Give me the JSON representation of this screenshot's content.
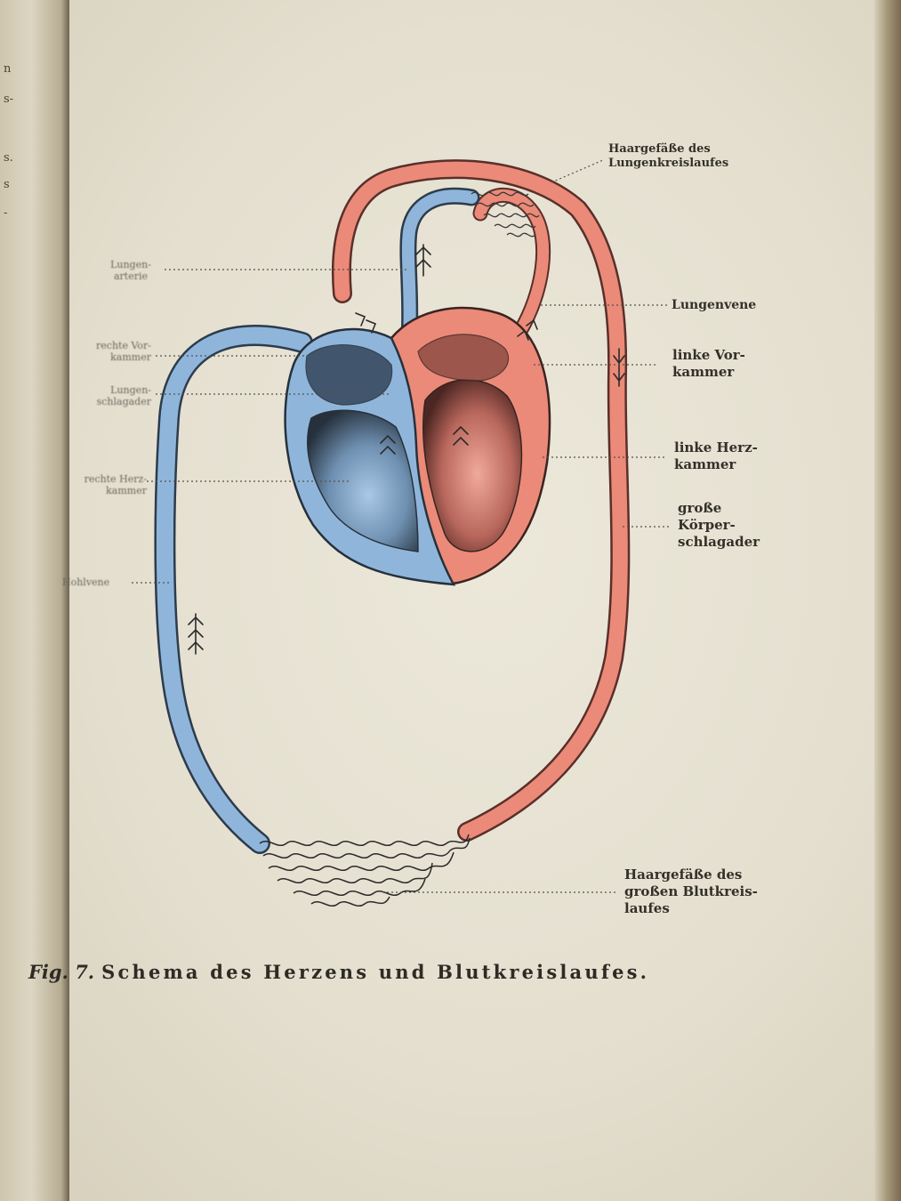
{
  "prev_page_fragments": [
    "n",
    "s-",
    "s.",
    "s",
    "-"
  ],
  "labels": {
    "lungen_haargefaesse": "Haargefäße des\nLungenkreislaufes",
    "lungenarterie": "Lungen-\narterie",
    "lungenvene": "Lungenvene",
    "rechte_vorkammer": "rechte Vor-\nkammer",
    "linke_vorkammer": "linke Vor-\nkammer",
    "lungenschlagader": "Lungen-\nschlagader",
    "linke_herzkammer": "linke Herz-\nkammer",
    "rechte_herzkammer": "rechte Herz-\nkammer",
    "koerperschlagader": "große\nKörper-\nschlagader",
    "hohlvene": "Hohlvene",
    "koerper_haargefaesse": "Haargefäße des\ngroßen Blutkreis-\nlaufes"
  },
  "caption": {
    "fig": "Fig. 7.",
    "title": "Schema des Herzens und Blutkreislaufes."
  },
  "colors": {
    "venous_blue": "#8fb6da",
    "venous_dark": "#2d3b4c",
    "arterial_red": "#eb8a78",
    "arterial_dark": "#5a2f2a",
    "ink": "#2b2b2b"
  }
}
